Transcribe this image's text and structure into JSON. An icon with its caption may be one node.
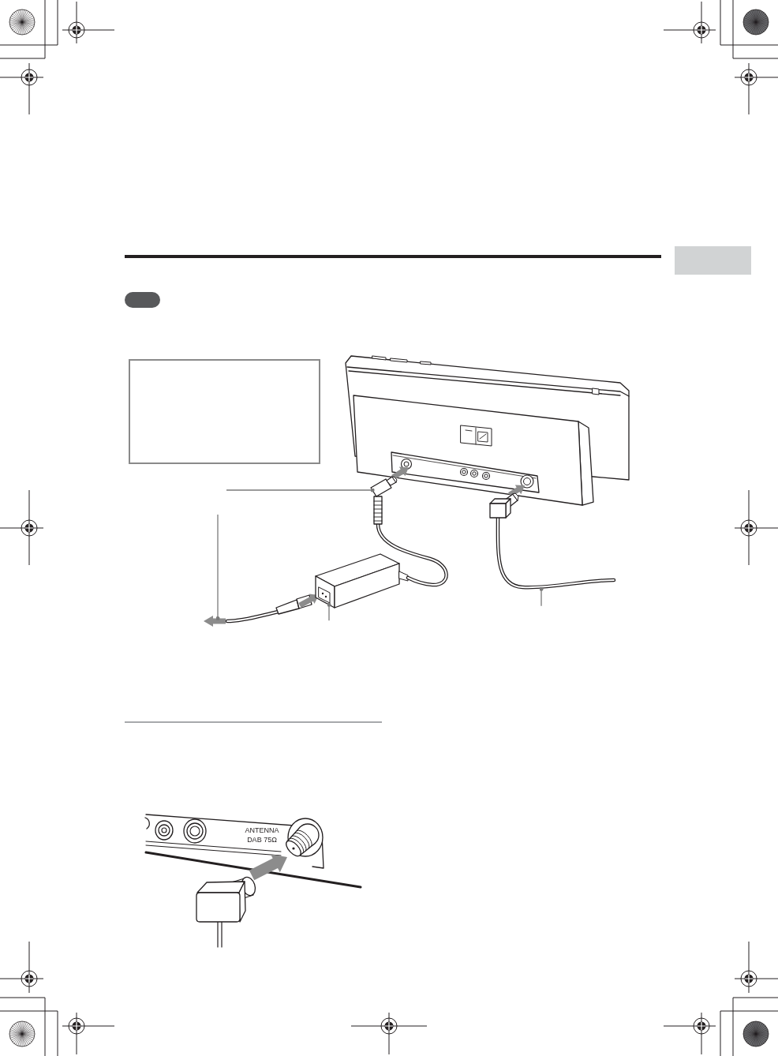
{
  "diagram": {
    "nodes": [
      {
        "text": [],
        "shape": "box"
      },
      {
        "text": [],
        "shape": "pill"
      },
      {
        "text": [],
        "shape": "box"
      },
      {
        "text": [],
        "shape": "arrow"
      },
      {
        "text": [],
        "shape": "box"
      },
      {
        "text": [],
        "shape": "picture"
      },
      {
        "text": [],
        "shape": "picture"
      }
    ],
    "edges": [
      {
        "from": null,
        "to": 5,
        "arrow": "other"
      },
      {
        "from": null,
        "to": 3,
        "arrow": "other"
      },
      {
        "from": null,
        "to": 4,
        "arrow": "other"
      },
      {
        "from": null,
        "to": 6,
        "arrow": "other"
      }
    ],
    "labels": [
      "ANTENNA DAB 75Ω"
    ]
  }
}
